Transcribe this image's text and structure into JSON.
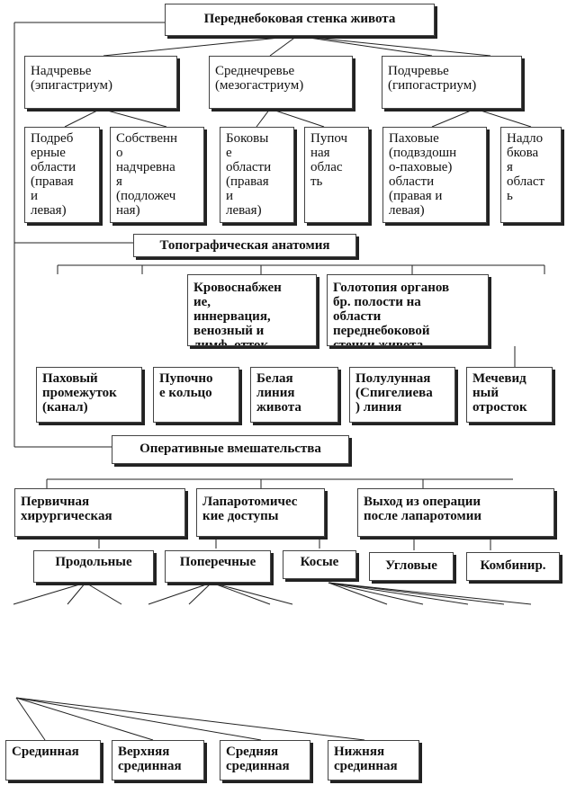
{
  "root": {
    "title": "Переднебоковая стенка живота"
  },
  "regions": [
    {
      "title": "Надчревье\n(эпигастриум)"
    },
    {
      "title": "Среднечревье\n(мезогастриум)"
    },
    {
      "title": "Подчревье\n(гипогастриум)"
    }
  ],
  "subregions": [
    "Подреб\nерные\nобласти\n(правая\nи\nлевая)",
    "Собственн\nо\nнадчревна\nя\n(подложеч\nная)",
    "Боковы\nе\nобласти\n(правая\nи\nлевая)",
    "Пупоч\nная\nоблас\nть",
    "Паховые\n(подвздошн\nо-паховые)\nобласти\n(правая и\nлевая)",
    "Надло\nбкова\nя\nобласт\nь"
  ],
  "topo": {
    "title": "Топографическая анатомия",
    "blood": "Кровоснабжен\nие,\nиннервация,\nвенозный и\nлимф. отток",
    "holotopy": "Голотопия органов\nбр. полости на\nобласти\nпереднебоковой\nстенки живота"
  },
  "structures": [
    "Паховый\nпромежуток\n(канал)",
    "Пупочно\nе кольцо",
    "Белая\nлиния\nживота",
    "Полулунная\n(Спигелиева\n) линия",
    "Мечевид\nный\nотросток"
  ],
  "operative": {
    "title": "Оперативные вмешательства"
  },
  "op_categories": [
    "Первичная\nхирургическая",
    "Лапаротомичес\nкие доступы",
    "Выход из операции\nпосле лапаротомии"
  ],
  "incisions": [
    "Продольные",
    "Поперечные",
    "Косые",
    "Угловые",
    "Комбинир."
  ],
  "median": [
    "Срединная",
    "Верхняя\nсрединная",
    "Средняя\nсрединная",
    "Нижняя\nсрединная"
  ]
}
